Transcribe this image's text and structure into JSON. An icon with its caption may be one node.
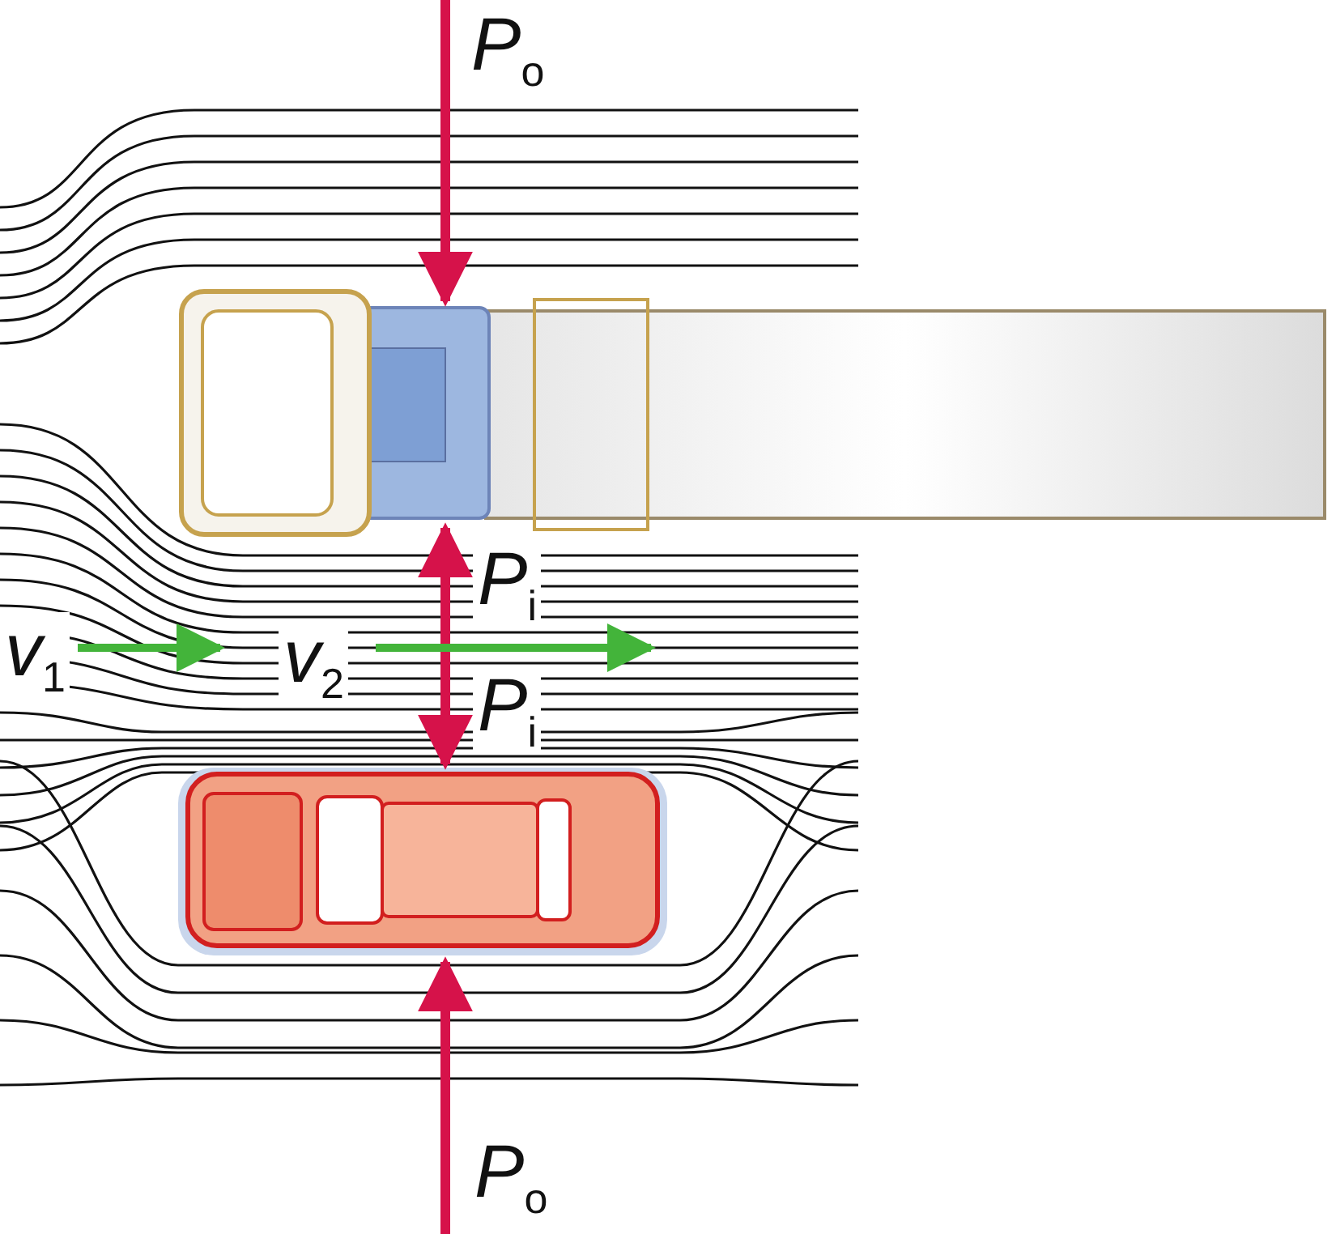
{
  "diagram": {
    "labels": [
      "*P*$_{o}$",
      "*P*$_{i}$",
      "*v*$_{1}$",
      "*v*$_{2}$",
      "*P*$_{i}$",
      "*P*$_{o}$"
    ]
  }
}
